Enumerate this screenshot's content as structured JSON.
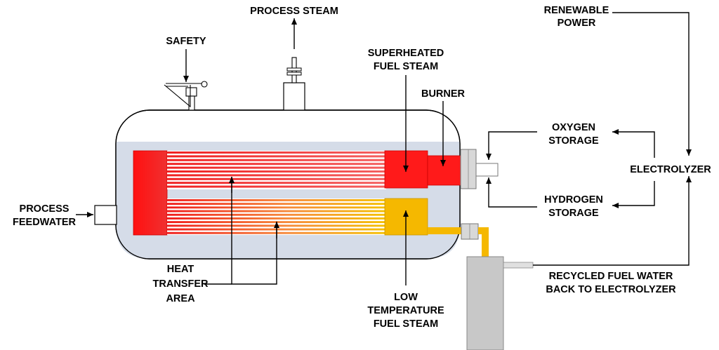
{
  "labels": {
    "process_steam": "PROCESS STEAM",
    "safety": "SAFETY",
    "renewable_power": [
      "RENEWABLE",
      "POWER"
    ],
    "superheated_fuel_steam": [
      "SUPERHEATED",
      "FUEL STEAM"
    ],
    "burner": "BURNER",
    "oxygen_storage": [
      "OXYGEN",
      "STORAGE"
    ],
    "electrolyzer": "ELECTROLYZER",
    "hydrogen_storage": [
      "HYDROGEN",
      "STORAGE"
    ],
    "process_feedwater": [
      "PROCESS",
      "FEEDWATER"
    ],
    "heat_transfer_area": [
      "HEAT",
      "TRANSFER",
      "AREA"
    ],
    "low_temperature_fuel_steam": [
      "LOW",
      "TEMPERATURE",
      "FUEL STEAM"
    ],
    "recycled_fuel_water": [
      "RECYCLED FUEL WATER",
      "BACK TO ELECTROLYZER"
    ]
  },
  "colors": {
    "hot": "#ff1a1a",
    "warm": "#f5b800",
    "water": "#d5dce8",
    "pipe_gray": "#d4d4d4",
    "tank_gray": "#c8c8c8"
  }
}
